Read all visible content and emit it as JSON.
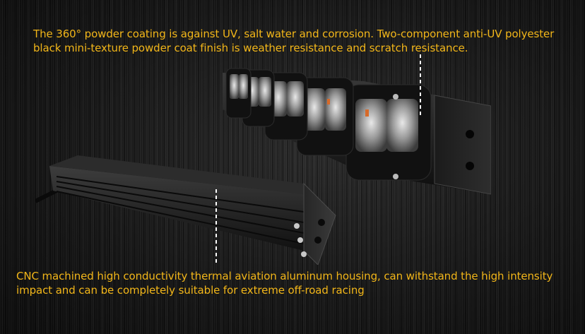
{
  "captions": {
    "top": {
      "line1": "The 360° powder coating is against UV, salt water and  corrosion. Two-component anti-UV polyester",
      "line2": "black mini-texture powder coat finish is weather resistance and scratch resistance."
    },
    "bottom": {
      "line1": "CNC machined high conductivity thermal aviation aluminum housing, can withstand the high intensity",
      "line2": "impact and can be completely suitable for extreme off-road racing"
    }
  },
  "colors": {
    "caption_text": "#f2b619",
    "callout_line": "#ffffff",
    "background": "#141414"
  },
  "images": {
    "front_bar": "led-light-bar-front-view",
    "back_bar": "led-light-bar-heatsink-view"
  }
}
